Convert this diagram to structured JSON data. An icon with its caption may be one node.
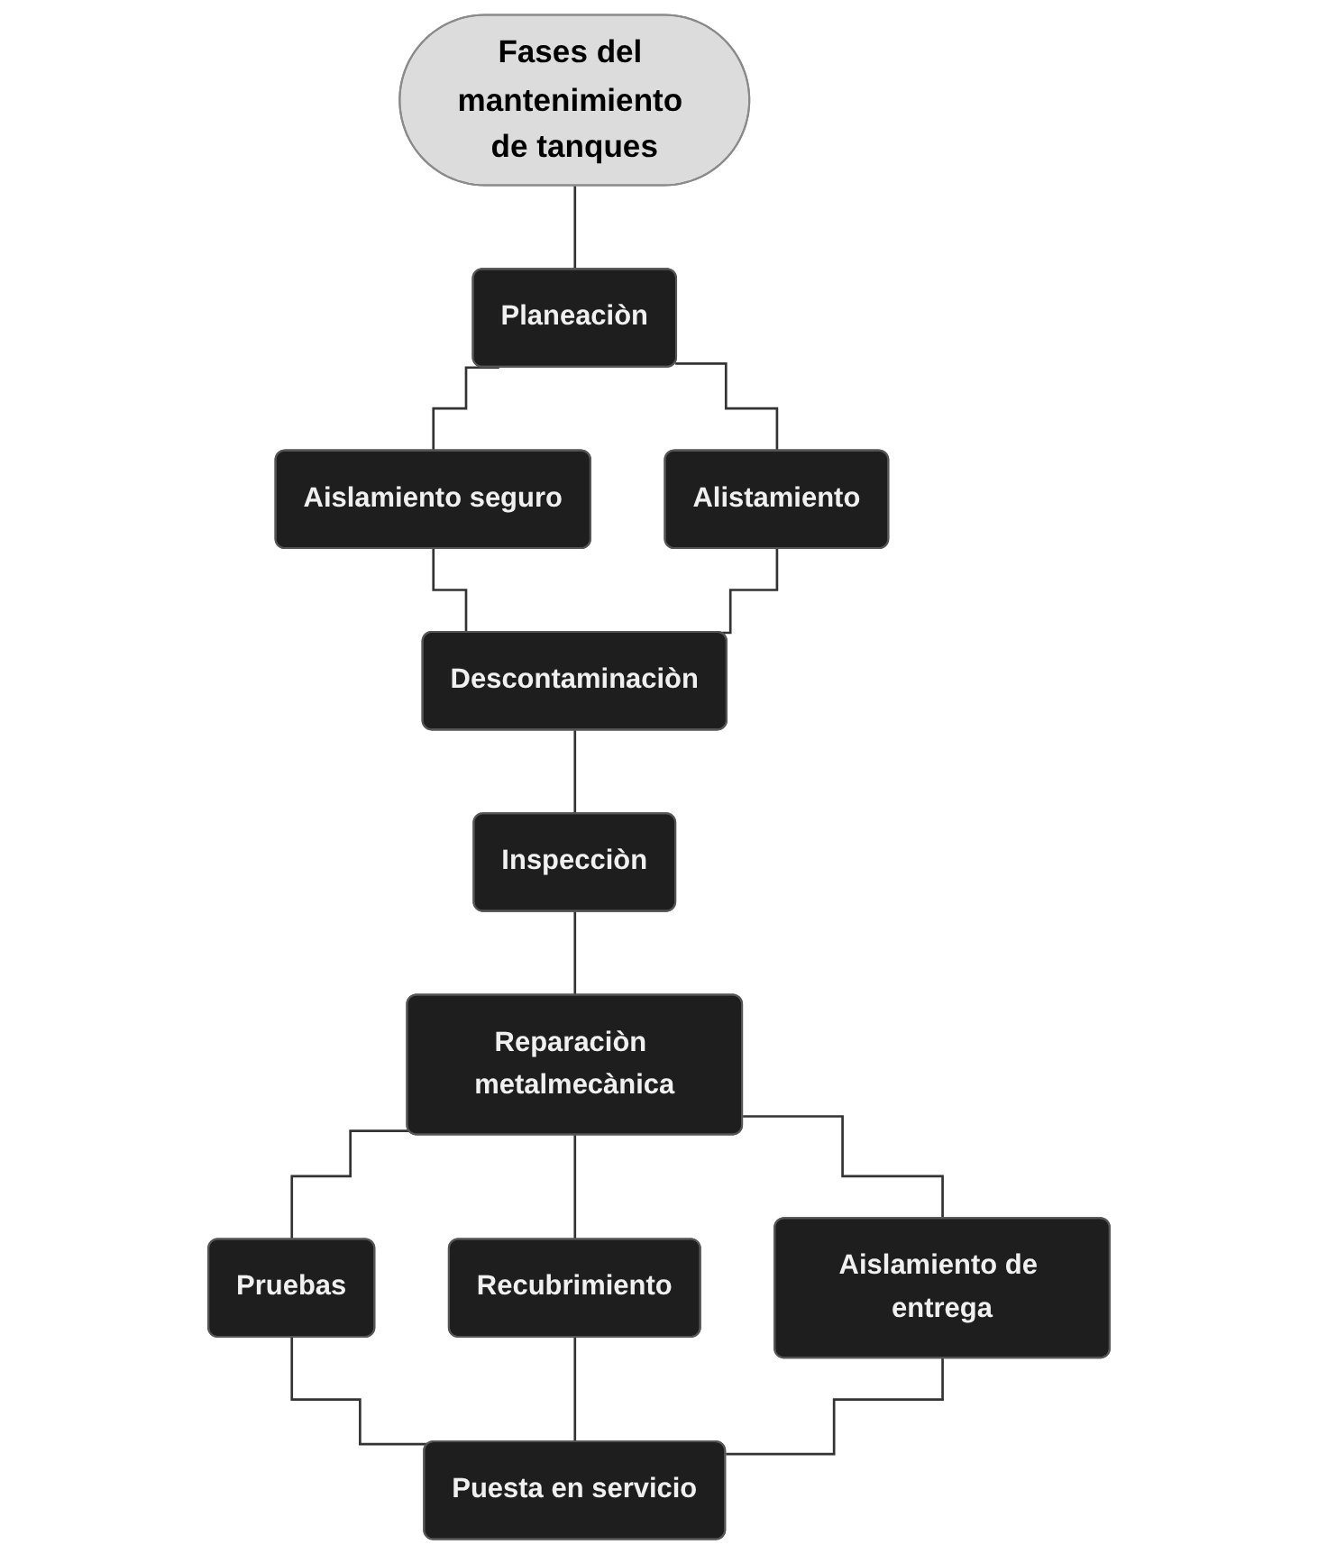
{
  "diagram": {
    "nodes": [
      {
        "text": [
          "Fases del mantenimiento de tanques"
        ]
      },
      {
        "text": [
          "Planeaciòn"
        ]
      },
      {
        "text": [
          "Aislamiento seguro"
        ]
      },
      {
        "text": [
          "Alistamiento"
        ]
      },
      {
        "text": [
          "Descontaminaciòn"
        ]
      },
      {
        "text": [
          "Inspecciòn"
        ]
      },
      {
        "text": [
          "Reparaciòn metalmecànica"
        ]
      },
      {
        "text": [
          "Pruebas"
        ]
      },
      {
        "text": [
          "Recubrimiento"
        ]
      },
      {
        "text": [
          "Aislamiento de entrega"
        ]
      },
      {
        "text": [
          "Puesta en servicio"
        ]
      }
    ],
    "edges": [
      {
        "from": 0,
        "to": 1,
        "arrow": "none"
      },
      {
        "from": 1,
        "to": 2,
        "arrow": "none"
      },
      {
        "from": 1,
        "to": 3,
        "arrow": "none"
      },
      {
        "from": 2,
        "to": 4,
        "arrow": "none"
      },
      {
        "from": 3,
        "to": 4,
        "arrow": "none"
      },
      {
        "from": 4,
        "to": 5,
        "arrow": "none"
      },
      {
        "from": 5,
        "to": 6,
        "arrow": "none"
      },
      {
        "from": 6,
        "to": 7,
        "arrow": "none"
      },
      {
        "from": 6,
        "to": 8,
        "arrow": "none"
      },
      {
        "from": 6,
        "to": 9,
        "arrow": "none"
      },
      {
        "from": 7,
        "to": 10,
        "arrow": "none"
      },
      {
        "from": 8,
        "to": 10,
        "arrow": "none"
      },
      {
        "from": 9,
        "to": 10,
        "arrow": "none"
      }
    ]
  }
}
